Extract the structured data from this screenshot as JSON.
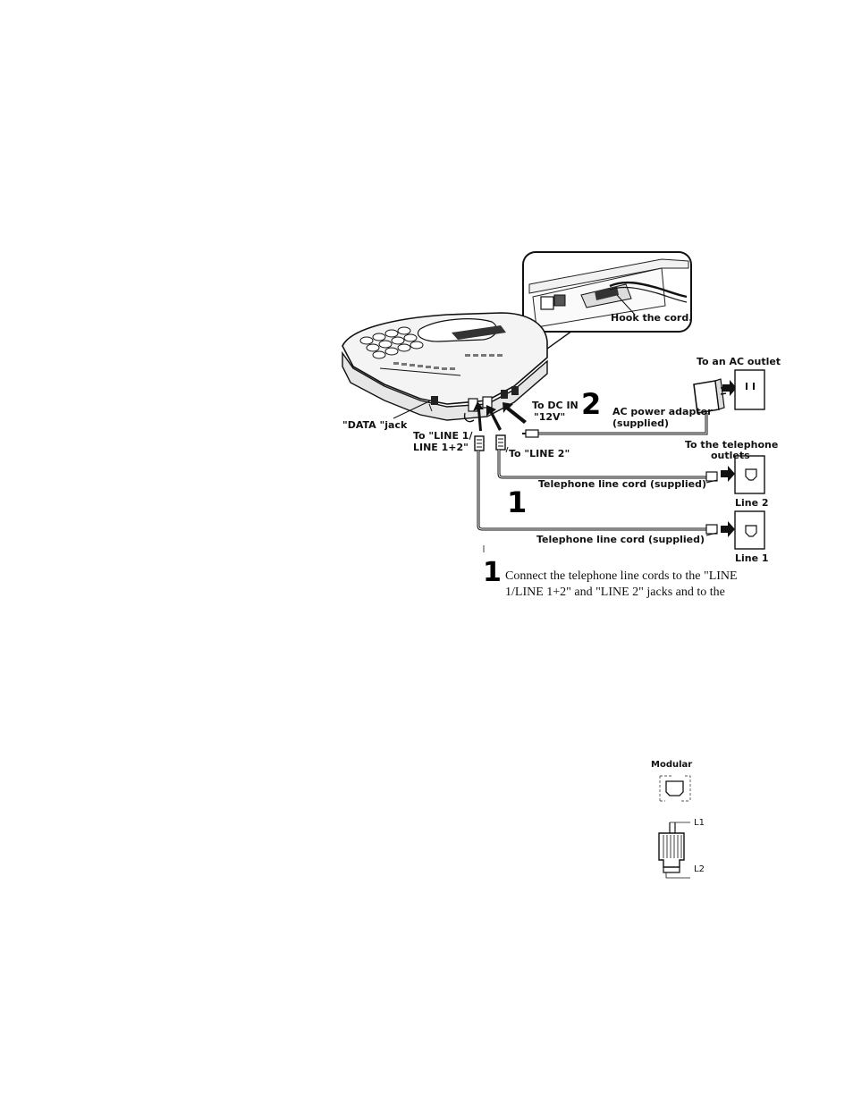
{
  "labels": {
    "hook_cord": "Hook the cord.",
    "ac_outlet": "To an AC outlet",
    "data_jack": "\"DATA \"jack",
    "to_line1_a": "To \"LINE 1/",
    "to_line1_b": "LINE 1+2\"",
    "to_dc_in_a": "To DC IN",
    "to_dc_in_b": "\"12V\"",
    "ac_adaptor_a": "AC power adaptor",
    "ac_adaptor_b": "(supplied)",
    "to_tel_a": "To the telephone",
    "to_tel_b": "outlets",
    "to_line2": "To \"LINE 2\"",
    "cord_upper": "Telephone line cord (supplied)",
    "cord_lower": "Telephone line cord (supplied)",
    "line2": "Line 2",
    "line1": "Line 1",
    "modular": "Modular",
    "l1": "L1",
    "l2": "L2"
  },
  "steps": {
    "step2_num": "2",
    "step1_num": "1",
    "step1_text_num": "1"
  },
  "instruction": {
    "line_a": "Connect the telephone line cords to the \"LINE",
    "line_b": "1/LINE 1+2\" and \"LINE 2\" jacks and to the"
  }
}
